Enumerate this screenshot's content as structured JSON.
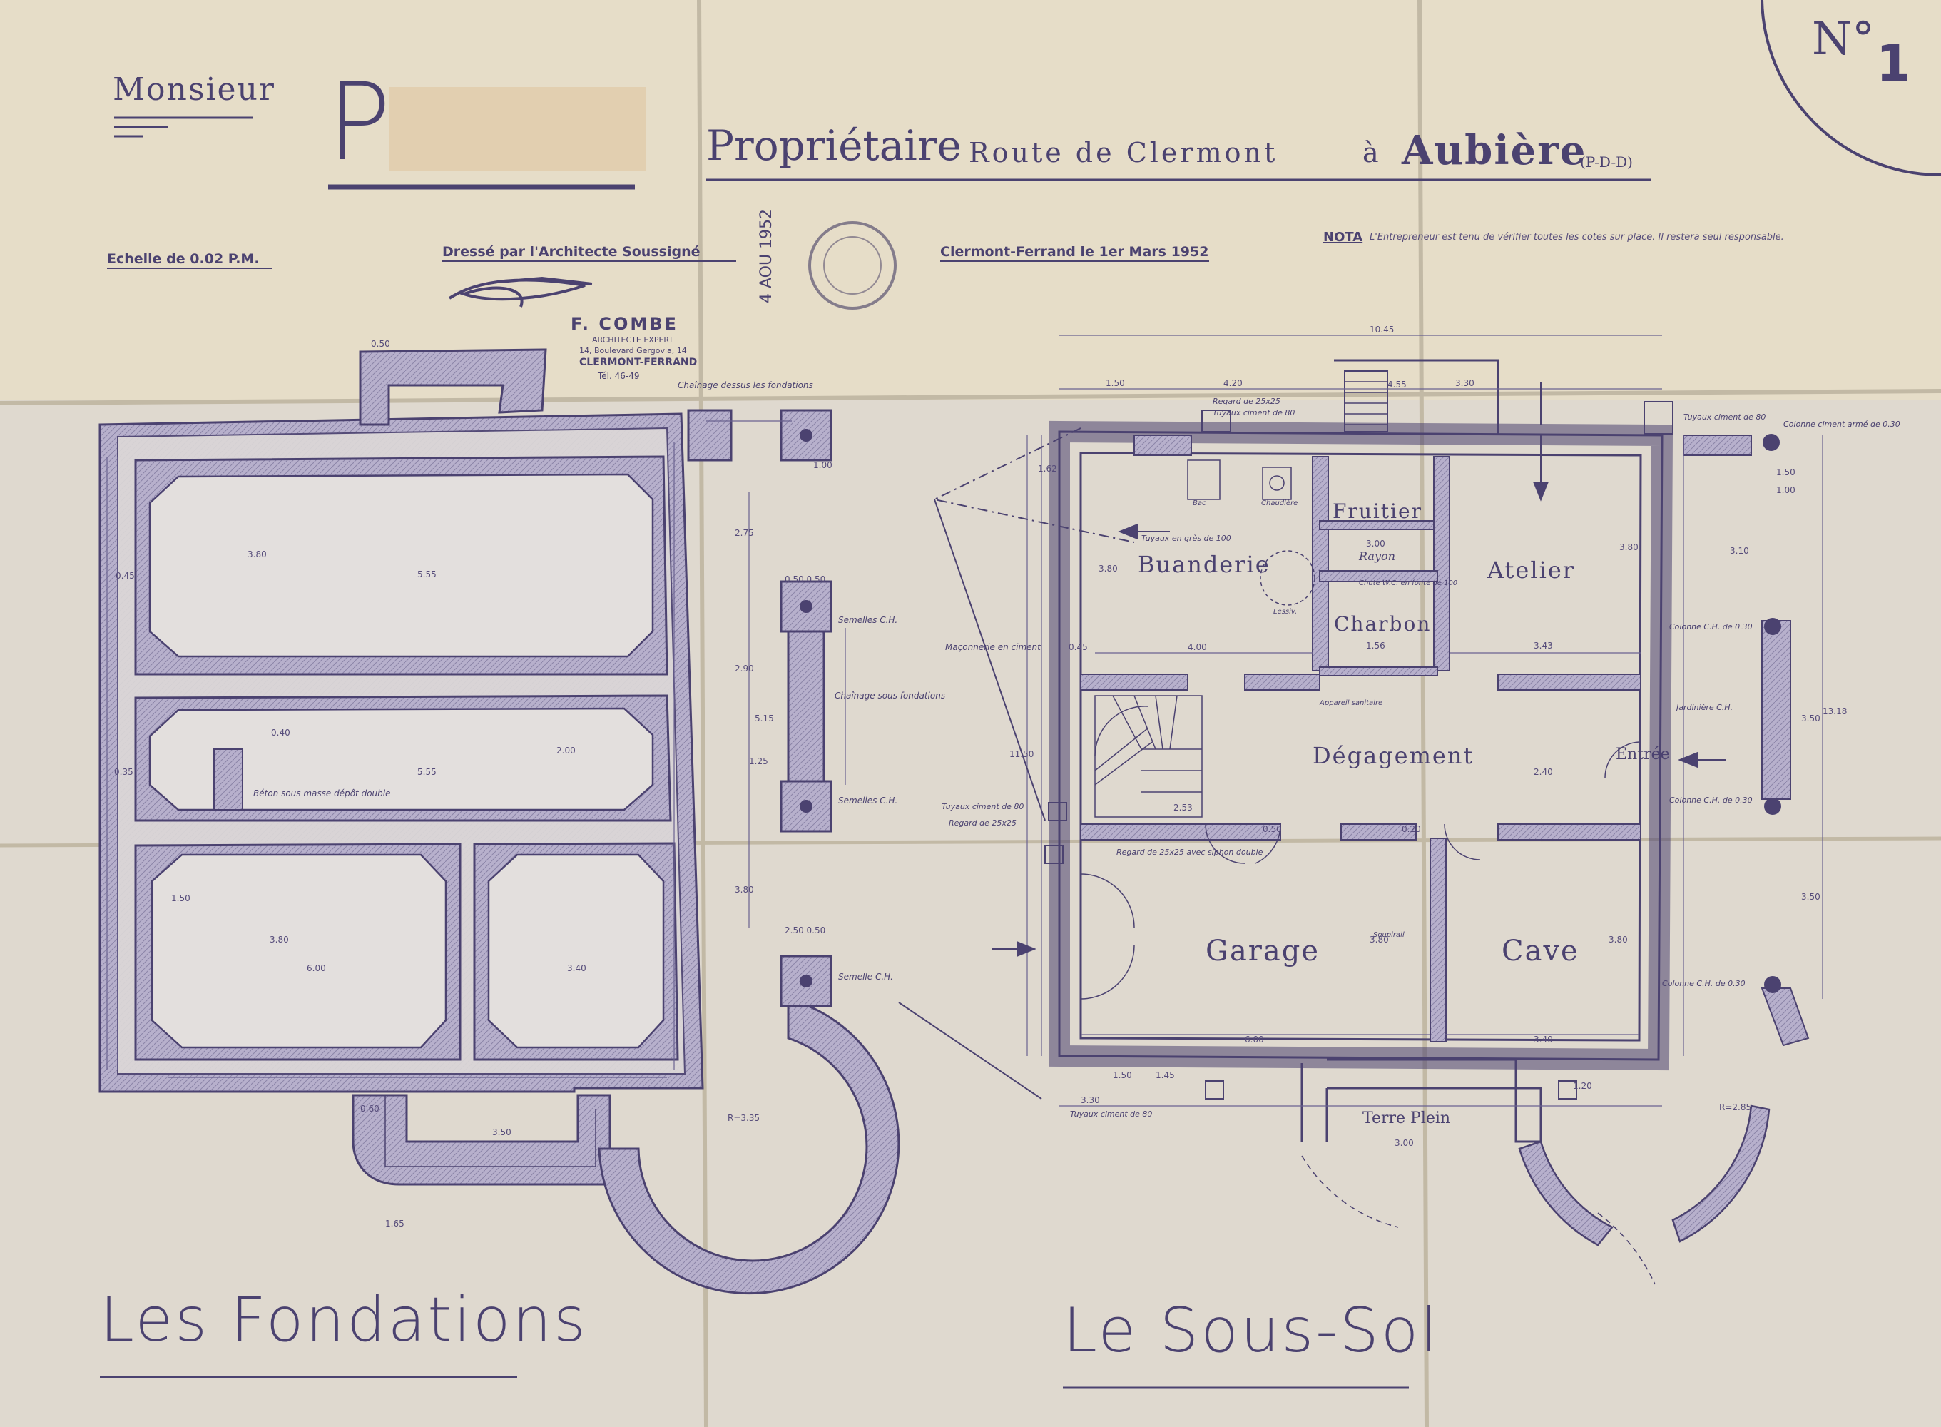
{
  "header": {
    "salutation": "Monsieur",
    "owner_initial": "P",
    "owner_role": "Propriétaire",
    "address_prefix": "Route de Clermont",
    "address_joiner": "à",
    "address_place": "Aubière",
    "address_suffix": "(P-D-D)",
    "sheet_number_label": "N°",
    "sheet_number": "1"
  },
  "info_line": {
    "scale": "Echelle de 0.02 P.M.",
    "architect": "Dressé par l'Architecte Soussigné",
    "place_date": "Clermont-Ferrand le 1er Mars 1952"
  },
  "nota": {
    "label": "NOTA",
    "text": "L'Entrepreneur est tenu de vérifier toutes les cotes sur place. Il restera seul responsable."
  },
  "stamps": {
    "architect_name": "F. COMBE",
    "architect_title": "ARCHITECTE EXPERT",
    "architect_address": "14, Boulevard Gergovia, 14",
    "architect_city": "CLERMONT-FERRAND",
    "architect_phone": "Tél. 46-49",
    "received_date": "4 AOU 1952"
  },
  "plans": {
    "left_title": "Les Fondations",
    "right_title": "Le Sous-Sol"
  },
  "rooms": {
    "buanderie": "Buanderie",
    "fruitier": "Fruitier",
    "rayon": "Rayon",
    "charbon": "Charbon",
    "atelier": "Atelier",
    "degagement": "Dégagement",
    "entree": "Entrée",
    "garage": "Garage",
    "cave": "Cave",
    "terre_plein": "Terre Plein"
  },
  "annotations": {
    "semelles_1": "Semelles C.H.",
    "semelles_2": "Semelles C.H.",
    "semelle": "Semelle C.H.",
    "chainage_fondations": "Chaînage sous fondations",
    "chainage_top": "Chaînage dessus les fondations",
    "beton_maigre": "Béton sous masse dépôt double",
    "maconnerie": "Maçonnerie en ciment",
    "colonne_1": "Colonne ciment armé de 0.30",
    "colonne_2": "Colonne C.H. de 0.30",
    "colonne_3": "Colonne C.H. de 0.30",
    "colonne_4": "Colonne C.H. de 0.30",
    "jardiniere": "Jardinière C.H.",
    "regard_1": "Regard de 25x25",
    "regard_2": "Regard de 25x25",
    "regard_3": "Regard de 25x25 avec siphon double",
    "tuyau_1": "Tuyaux ciment de 80",
    "tuyau_2": "Tuyaux ciment de 80",
    "tuyau_3": "Tuyaux ciment de 80",
    "tuyau_4": "Tuyaux ciment de 80",
    "bac": "Bac",
    "chaudiere": "Chaudière",
    "lessiv": "Lessiv.",
    "tuyau_eau": "Tuyaux en grès de 100",
    "chute_wc": "Chute W.C. en fonte de 100",
    "soupirail": "Soupirail",
    "appareil": "Appareil sanitaire"
  },
  "dimensions": {
    "f_len_top": "5.55",
    "f_len_mid": "5.55",
    "f_h_top": "3.80",
    "f_h_mid": "2.00",
    "f_h_bot": "3.80",
    "f_w_botleft": "6.00",
    "f_w_botright": "3.40",
    "f_bay": "3.50",
    "f_arc_r": "R=3.35",
    "f_step_w": "1.65",
    "f_small_1": "0.50",
    "f_small_2": "0.40",
    "f_small_3": "0.45",
    "f_small_4": "1.50",
    "f_small_5": "0.60",
    "f_small_6": "0.35",
    "f_col_h": "1.00",
    "f_col_w": "0.50 0.50",
    "f_col_w2": "2.50 0.50",
    "f_col_h2": "5.15",
    "f_col_h3": "2.75",
    "f_col_h4": "2.90",
    "f_col_h5": "3.80",
    "f_col_h6": "1.25",
    "ss_top_total": "10.45",
    "ss_top_a": "4.20",
    "ss_top_b": "1.50",
    "ss_top_c": "3.30",
    "ss_top_d": "4.55",
    "ss_buand_w": "4.00",
    "ss_buand_h": "3.80",
    "ss_fruit_w": "3.00",
    "ss_charb_w": "1.56",
    "ss_atelier_w": "3.43",
    "ss_atelier_h": "3.80",
    "ss_dega_h": "2.40",
    "ss_garage_w": "6.00",
    "ss_garage_h": "3.80",
    "ss_cave_w": "3.40",
    "ss_cave_h": "3.80",
    "ss_left_total": "11.50",
    "ss_right_total": "13.18",
    "ss_bot_a": "3.30",
    "ss_bot_b": "1.50",
    "ss_terre_w": "3.00",
    "ss_arc_r": "R=2.85",
    "ss_col_a": "1.00",
    "ss_col_b": "1.50",
    "ss_col_c": "3.50",
    "ss_col_d": "3.50",
    "ss_small_1": "0.50",
    "ss_small_2": "0.20",
    "ss_small_3": "0.45",
    "ss_small_4": "1.62",
    "ss_small_5": "3.10",
    "ss_small_6": "1.20",
    "ss_small_7": "2.53",
    "ss_small_8": "1.45"
  },
  "colors": {
    "paper": "#e6ddc8",
    "ink": "#4b4270",
    "ink_light": "#8b84a8",
    "redaction": "#e2cfb0"
  }
}
